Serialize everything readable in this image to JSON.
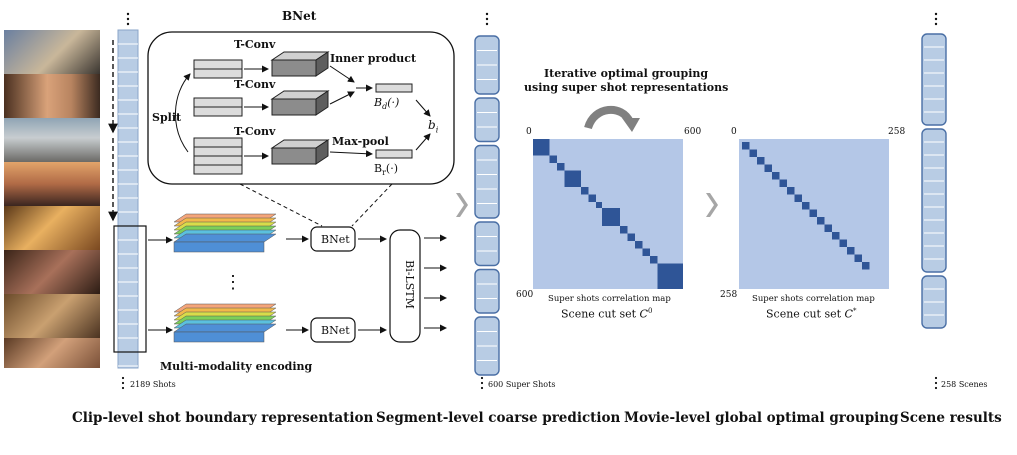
{
  "bnet": {
    "title": "BNet",
    "tconv1": "T-Conv",
    "tconv2": "T-Conv",
    "tconv3": "T-Conv",
    "inner_product": "Inner product",
    "max_pool": "Max-pool",
    "split": "Split",
    "bd": "B",
    "bd_sub": "d",
    "bd_suffix": "(·)",
    "br": "B",
    "br_sub": "r",
    "br_suffix": "(·)",
    "bi": "b",
    "bi_sub": "i"
  },
  "clip": {
    "shots_label": "2189 Shots",
    "bnet_label_1": "BNet",
    "bnet_label_2": "BNet",
    "bilstm_label": "Bi-LSTM",
    "dots": "⋮",
    "encoding_label": "Multi-modality encoding",
    "caption": "Clip-level shot boundary representation"
  },
  "segment": {
    "count_label": "600 Super Shots",
    "caption": "Segment-level coarse prediction"
  },
  "movie": {
    "iterative_line1": "Iterative optimal grouping",
    "iterative_line2": "using super shot representations",
    "map1_x0": "0",
    "map1_xmax": "600",
    "map1_ymax": "600",
    "map1_label": "Super shots correlation map",
    "map1_set": "Scene cut set ",
    "map1_set_sym": "C",
    "map1_set_sup": "0",
    "map2_x0": "0",
    "map2_xmax": "258",
    "map2_ymax": "258",
    "map2_label": "Super shots correlation map",
    "map2_set": "Scene cut set ",
    "map2_set_sym": "C",
    "map2_set_sup": "*",
    "caption": "Movie-level global optimal grouping"
  },
  "scene": {
    "count_label": "258 Scenes",
    "caption": "Scene results"
  },
  "colors": {
    "strip_fill": "#b8cce4",
    "strip_stroke": "#4a6fa5",
    "map_bg": "#b4c7e7",
    "map_block": "#2f5597",
    "chevron": "#a6a6a6",
    "layers": [
      "#4f8fd6",
      "#5bc0de",
      "#7ccf5a",
      "#d8dc4a",
      "#f2b84b",
      "#f4a57a"
    ]
  }
}
